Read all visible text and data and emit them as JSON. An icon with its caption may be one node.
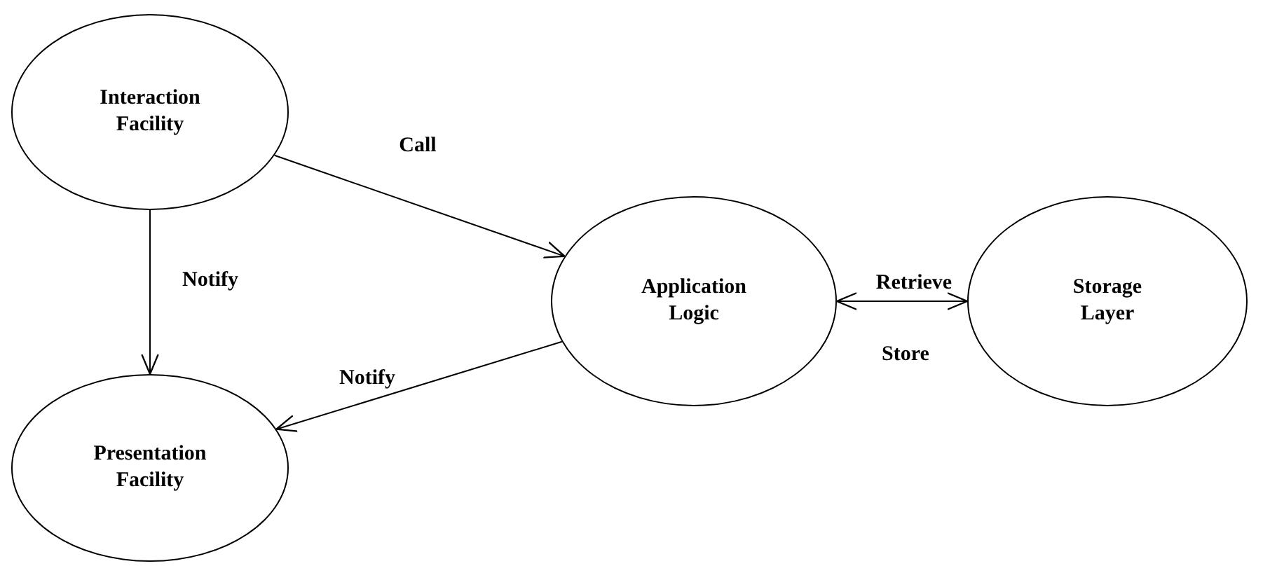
{
  "diagram": {
    "nodes": [
      {
        "text": [
          "Interaction Facility"
        ]
      },
      {
        "text": [
          "Presentation Facility"
        ]
      },
      {
        "text": [
          "Application Logic"
        ]
      },
      {
        "text": [
          "Storage Layer"
        ]
      }
    ],
    "edges": [
      {
        "from": 0,
        "to": 2,
        "arrow": "to",
        "label": "Call"
      },
      {
        "from": 0,
        "to": 1,
        "arrow": "to",
        "label": "Notify"
      },
      {
        "from": 2,
        "to": 1,
        "arrow": "to",
        "label": "Notify"
      },
      {
        "from": 2,
        "to": 3,
        "arrow": "both",
        "label": "Retrieve"
      }
    ],
    "labels": [
      "Store"
    ]
  }
}
